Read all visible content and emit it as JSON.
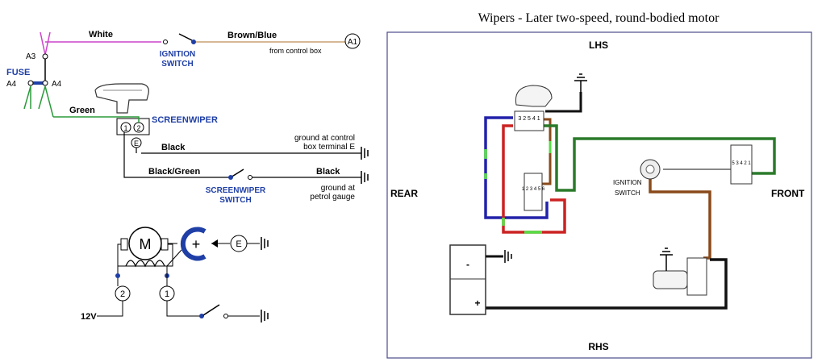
{
  "left_schematic": {
    "wire_white": "White",
    "wire_brown_blue": "Brown/Blue",
    "from_control_box": "from control box",
    "terminal_a1": "A1",
    "ignition_switch_1": "IGNITION",
    "ignition_switch_2": "SWITCH",
    "fuse_label": "FUSE",
    "fuse_a3": "A3",
    "fuse_a4_left": "A4",
    "fuse_a4_right": "A4",
    "wire_green": "Green",
    "screenwiper": "SCREENWIPER",
    "terminal_1": "1",
    "terminal_2": "2",
    "terminal_e": "E",
    "wire_black": "Black",
    "ground_control_1": "ground at control",
    "ground_control_2": "box terminal E",
    "wire_black_green": "Black/Green",
    "wire_black_2": "Black",
    "screenwiper_switch_1": "SCREENWIPER",
    "screenwiper_switch_2": "SWITCH",
    "ground_petrol_1": "ground at",
    "ground_petrol_2": "petrol gauge",
    "motor_m": "M",
    "motor_plus": "+",
    "motor_e": "E",
    "motor_t2": "2",
    "motor_t1": "1",
    "voltage_12v": "12V"
  },
  "right_panel": {
    "title": "Wipers - Later two-speed, round-bodied motor",
    "lhs": "LHS",
    "rhs": "RHS",
    "rear": "REAR",
    "front": "FRONT",
    "ignition_switch_1": "IGNITION",
    "ignition_switch_2": "SWITCH",
    "wiper_pins": "3 2 5 4 1",
    "switch_pins": "1 2 3 4 5 6",
    "front_pins": "5 3 4 2 1",
    "battery_minus": "-",
    "battery_plus": "+"
  },
  "colors": {
    "wire_blue": "#2222aa",
    "wire_red": "#cc2222",
    "wire_green": "#2a7a2a",
    "wire_brown": "#8a4a1a",
    "wire_black": "#111111",
    "wire_bright_green": "#55dd44",
    "magenta": "#cc44cc",
    "label_blue": "#1f3fa6",
    "panel_border": "#4b4b8c"
  }
}
